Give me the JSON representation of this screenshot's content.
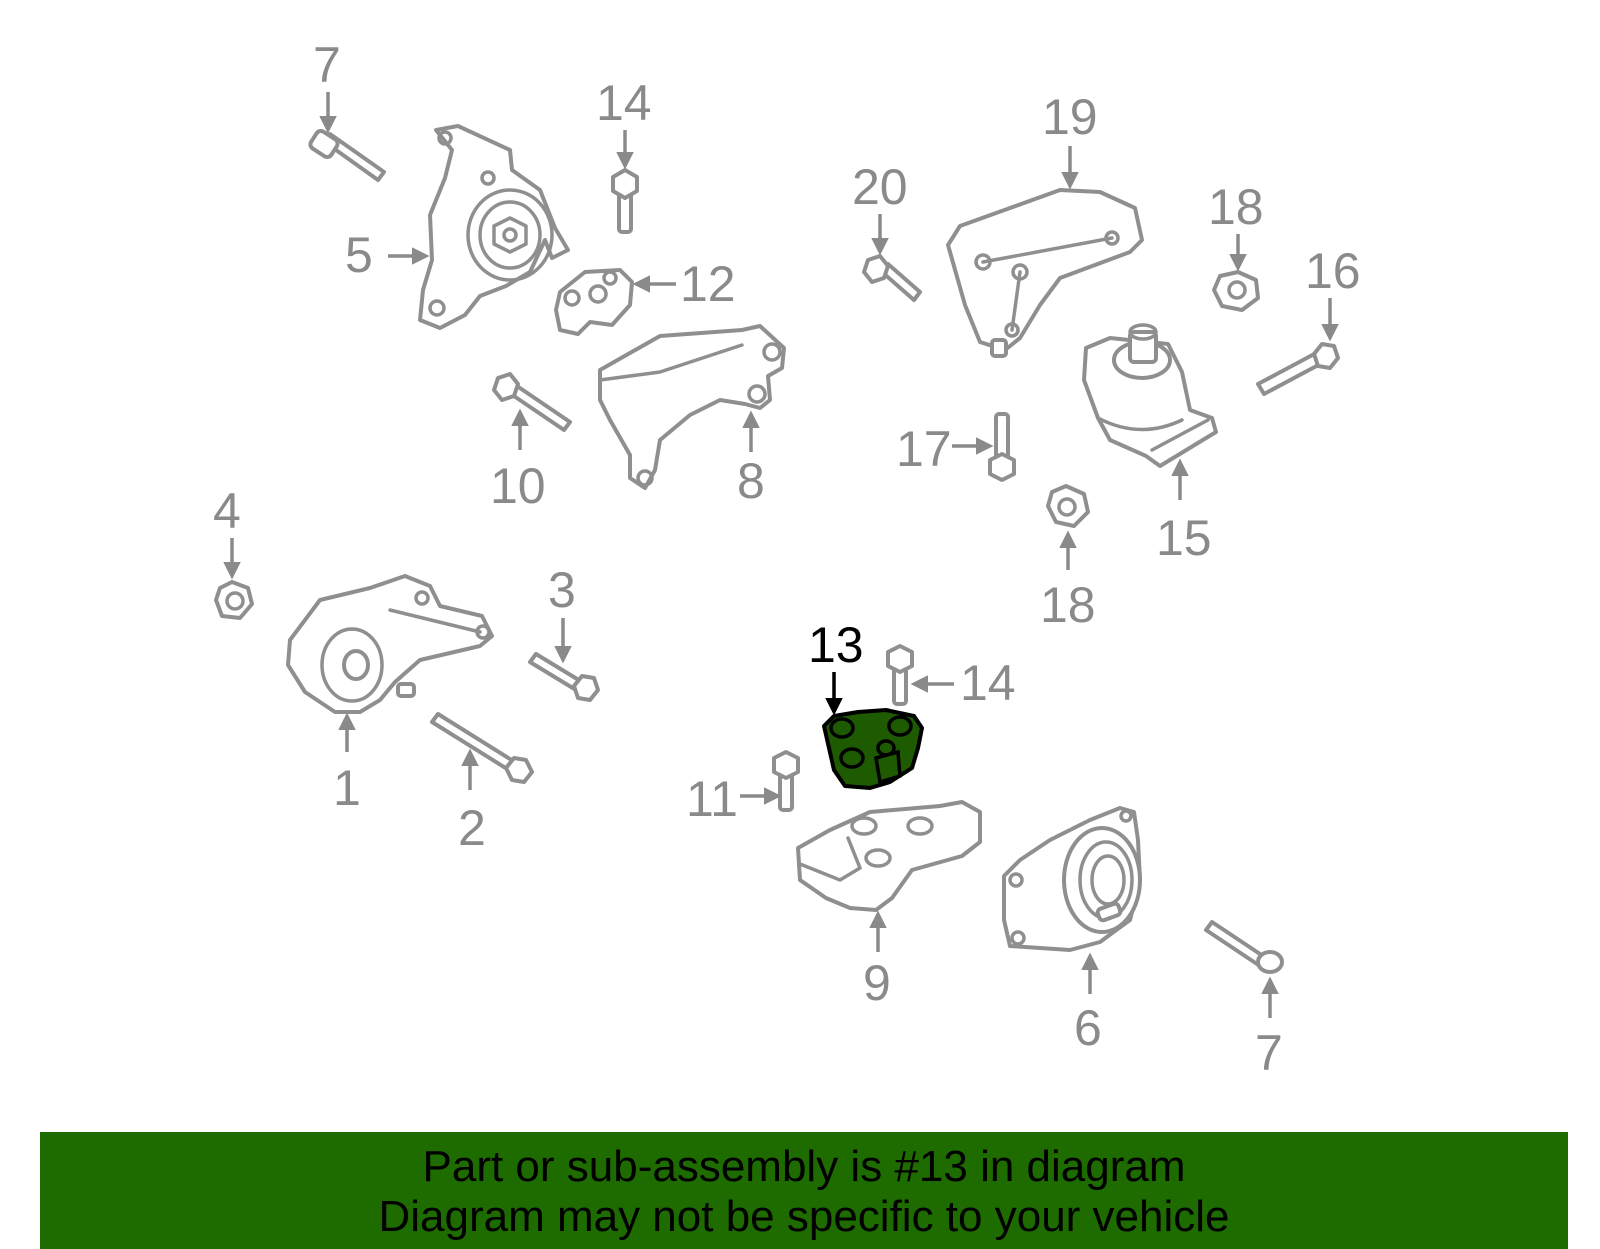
{
  "diagram": {
    "highlight_color": "#1e5a00",
    "highlighted_part": "13",
    "callouts": {
      "p1": "1",
      "p2": "2",
      "p3": "3",
      "p4": "4",
      "p5": "5",
      "p6": "6",
      "p7a": "7",
      "p7b": "7",
      "p8": "8",
      "p9": "9",
      "p10": "10",
      "p11": "11",
      "p12": "12",
      "p13": "13",
      "p14a": "14",
      "p14b": "14",
      "p15": "15",
      "p16": "16",
      "p17": "17",
      "p18a": "18",
      "p18b": "18",
      "p19": "19",
      "p20": "20"
    }
  },
  "banner": {
    "background": "#1e6b00",
    "line1": "Part or sub-assembly is #13 in diagram",
    "line2": "Diagram may not be specific to your vehicle"
  }
}
